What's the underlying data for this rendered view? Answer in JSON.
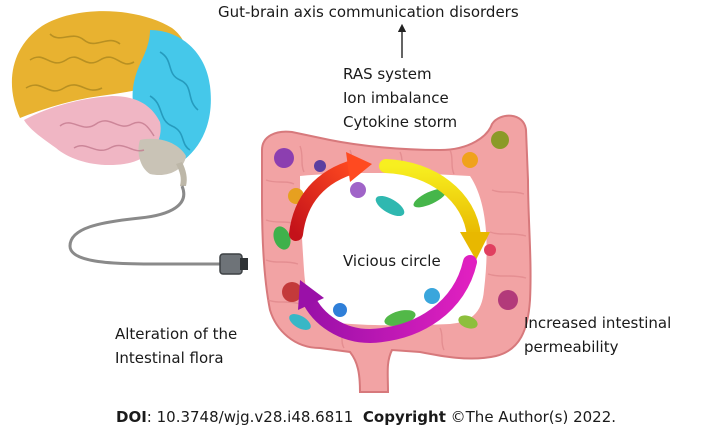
{
  "title": "Gut-brain axis communication disorders",
  "factors": [
    "RAS system",
    "Ion imbalance",
    "Cytokine storm"
  ],
  "cycle": {
    "center": "Vicious circle",
    "left_label": [
      "Alteration of the",
      "Intestinal flora"
    ],
    "right_label": [
      "Increased intestinal",
      "permeability"
    ]
  },
  "credit": {
    "doi_label": "DOI",
    "doi_value": ": 10.3748/wjg.v28.i48.6811",
    "copyright_label": "Copyright",
    "copyright_value": " ©The Author(s) 2022."
  },
  "colors": {
    "arrow_top": "#e8141a",
    "arrow_right": "#f5e20a",
    "arrow_bottom": "#cc10b8",
    "intestine": "#f2a3a4",
    "brain_frontal": "#e8b230",
    "brain_occipital": "#45c8ea",
    "brain_temporal": "#f0b6c4"
  },
  "icons": [
    "brain-icon",
    "nerve-cable-icon",
    "intestine-icon",
    "microbe-icon"
  ]
}
